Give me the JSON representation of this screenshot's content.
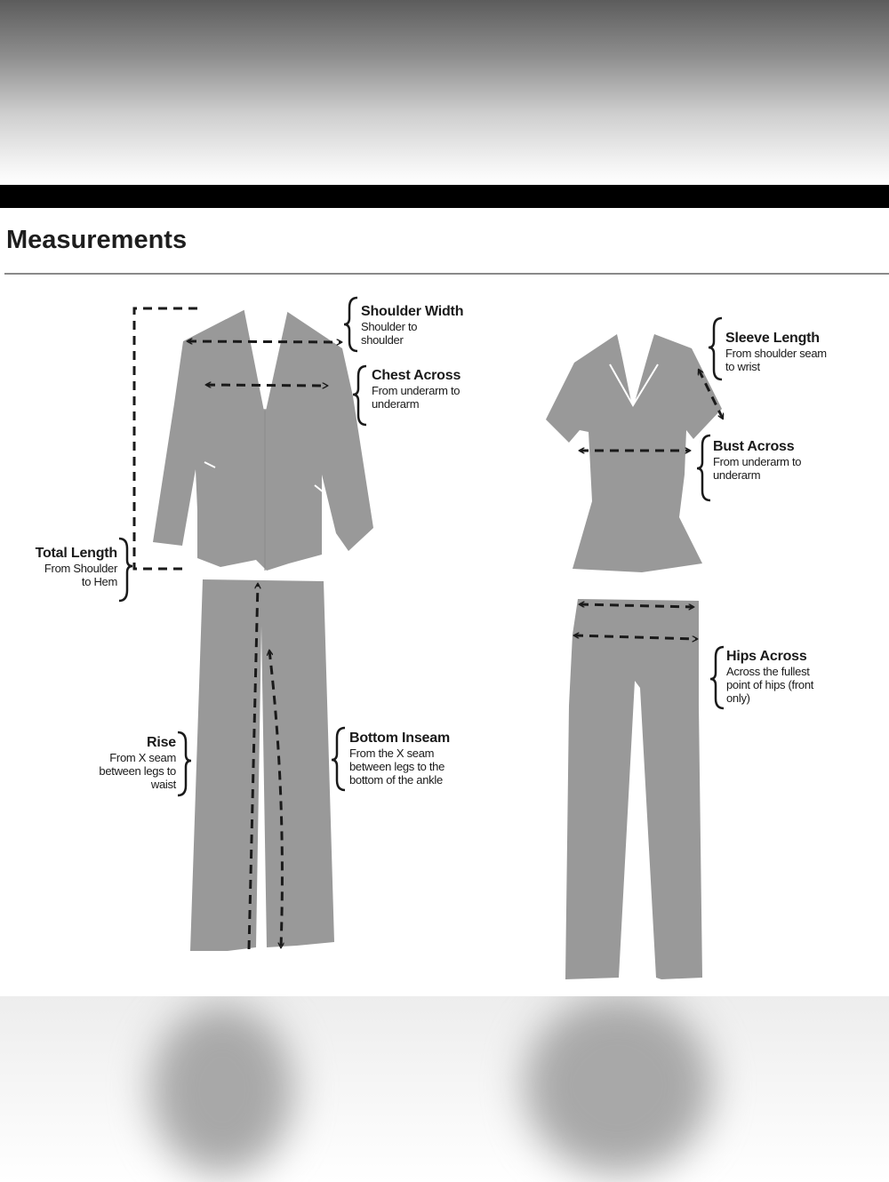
{
  "title": "Measurements",
  "labels": {
    "shoulder_width": {
      "title": "Shoulder Width",
      "lines": [
        "Shoulder to",
        "shoulder"
      ]
    },
    "chest_across": {
      "title": "Chest Across",
      "lines": [
        "From underarm to",
        "underarm"
      ]
    },
    "total_length": {
      "title": "Total Length",
      "lines": [
        "From Shoulder",
        "to Hem"
      ]
    },
    "rise": {
      "title": "Rise",
      "lines": [
        "From X seam",
        "between legs to",
        "waist"
      ]
    },
    "bottom_inseam": {
      "title": "Bottom Inseam",
      "lines": [
        "From the X seam",
        "between legs to the",
        "bottom of the ankle"
      ]
    },
    "sleeve_length": {
      "title": "Sleeve Length",
      "lines": [
        "From shoulder seam",
        "to wrist"
      ]
    },
    "bust_across": {
      "title": "Bust Across",
      "lines": [
        "From underarm to",
        "underarm"
      ]
    },
    "hips_across": {
      "title": "Hips Across",
      "lines": [
        "Across the fullest",
        "point of hips (front",
        "only)"
      ]
    }
  },
  "colors": {
    "garment": "#999999",
    "line": "#1a1a1a",
    "band": "#000000"
  },
  "icons": [
    "jacket-icon",
    "trousers-icon",
    "blouse-icon",
    "womens-pants-icon"
  ]
}
